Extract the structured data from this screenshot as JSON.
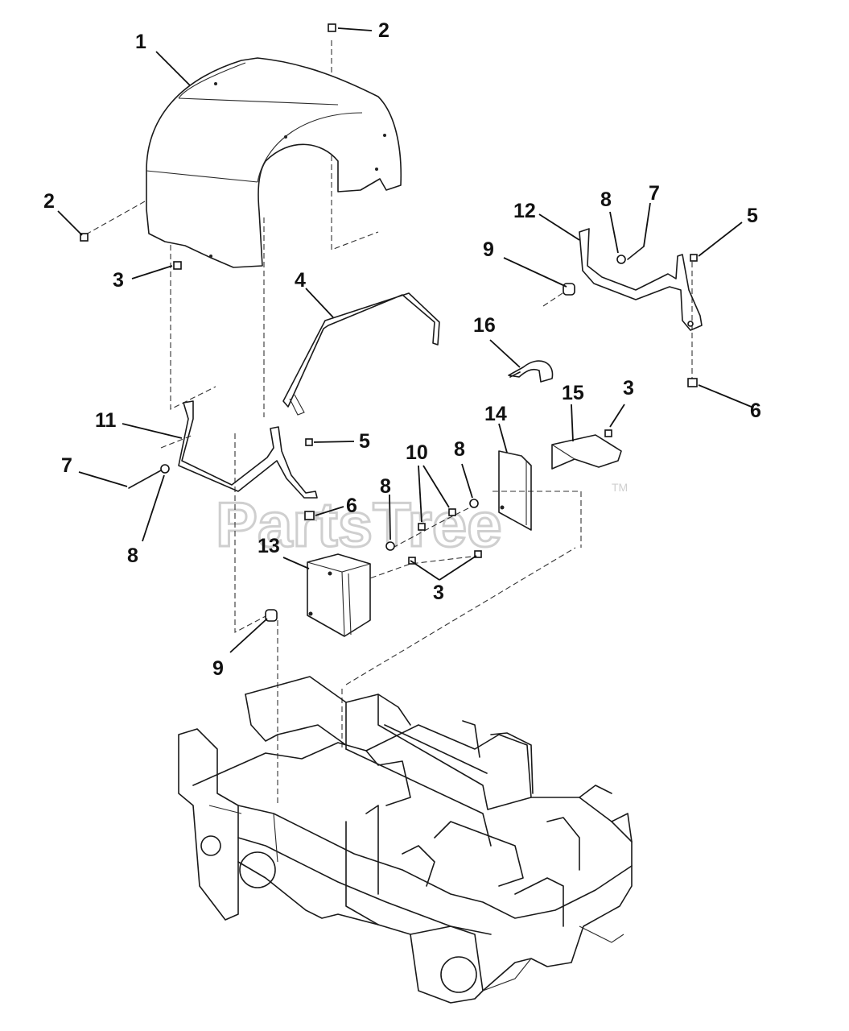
{
  "watermark": {
    "text": "PartsTree",
    "trademark": "TM"
  },
  "callouts": [
    {
      "id": "c1",
      "label": "1"
    },
    {
      "id": "c2a",
      "label": "2"
    },
    {
      "id": "c2b",
      "label": "2"
    },
    {
      "id": "c3a",
      "label": "3"
    },
    {
      "id": "c3b",
      "label": "3"
    },
    {
      "id": "c3c",
      "label": "3"
    },
    {
      "id": "c4",
      "label": "4"
    },
    {
      "id": "c5a",
      "label": "5"
    },
    {
      "id": "c5b",
      "label": "5"
    },
    {
      "id": "c6a",
      "label": "6"
    },
    {
      "id": "c6b",
      "label": "6"
    },
    {
      "id": "c7a",
      "label": "7"
    },
    {
      "id": "c7b",
      "label": "7"
    },
    {
      "id": "c8a",
      "label": "8"
    },
    {
      "id": "c8b",
      "label": "8"
    },
    {
      "id": "c8c",
      "label": "8"
    },
    {
      "id": "c8d",
      "label": "8"
    },
    {
      "id": "c9a",
      "label": "9"
    },
    {
      "id": "c9b",
      "label": "9"
    },
    {
      "id": "c10",
      "label": "10"
    },
    {
      "id": "c11",
      "label": "11"
    },
    {
      "id": "c12",
      "label": "12"
    },
    {
      "id": "c13",
      "label": "13"
    },
    {
      "id": "c14",
      "label": "14"
    },
    {
      "id": "c15",
      "label": "15"
    },
    {
      "id": "c16",
      "label": "16"
    }
  ]
}
